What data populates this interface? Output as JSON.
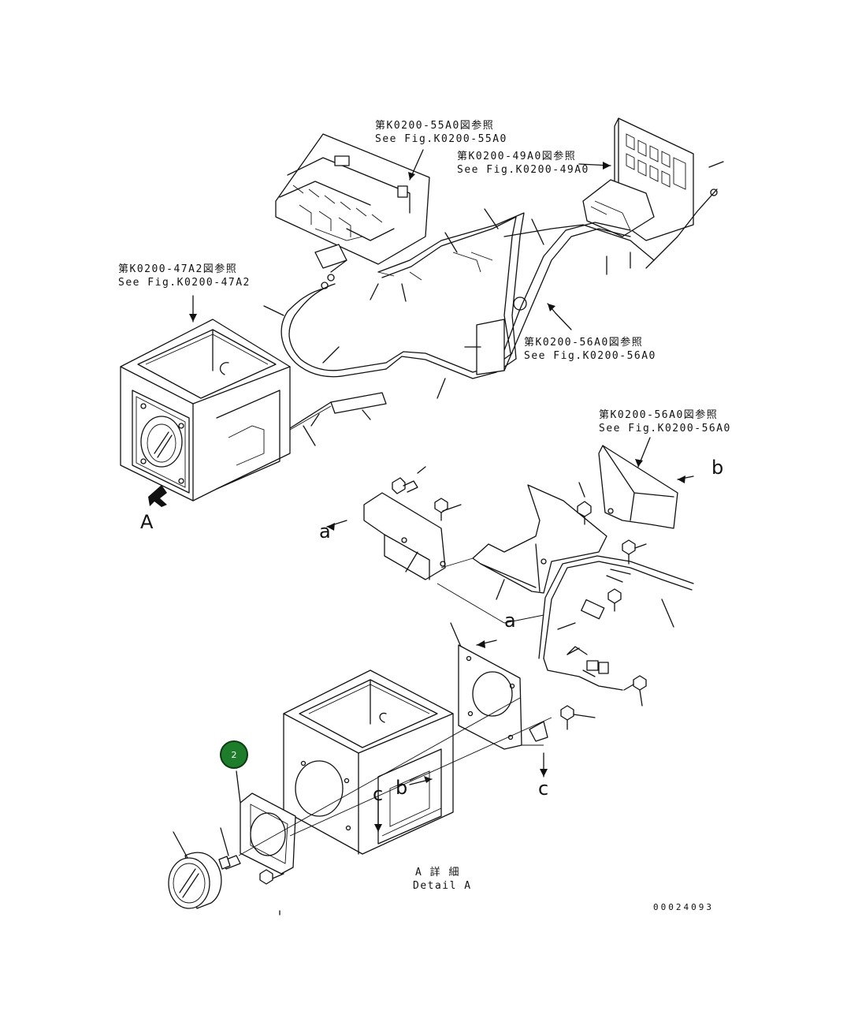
{
  "refs": {
    "fig55_jp": "第K0200-55A0図参照",
    "fig55_en": "See Fig.K0200-55A0",
    "fig49_jp": "第K0200-49A0図参照",
    "fig49_en": "See Fig.K0200-49A0",
    "fig47_jp": "第K0200-47A2図参照",
    "fig47_en": "See Fig.K0200-47A2",
    "fig56a_jp": "第K0200-56A0図参照",
    "fig56a_en": "See Fig.K0200-56A0",
    "fig56b_jp": "第K0200-56A0図参照",
    "fig56b_en": "See Fig.K0200-56A0"
  },
  "view_letters": {
    "A": "A",
    "a_left": "a",
    "a_mid": "a",
    "b_right": "b",
    "b_box": "b",
    "c_bottom": "c",
    "c_box": "c"
  },
  "detail": {
    "jp": "A 詳 細",
    "en": "Detail A"
  },
  "callouts": [
    {
      "number": "2",
      "color": "#1e7d2a"
    }
  ],
  "drawing_number": "00024093"
}
